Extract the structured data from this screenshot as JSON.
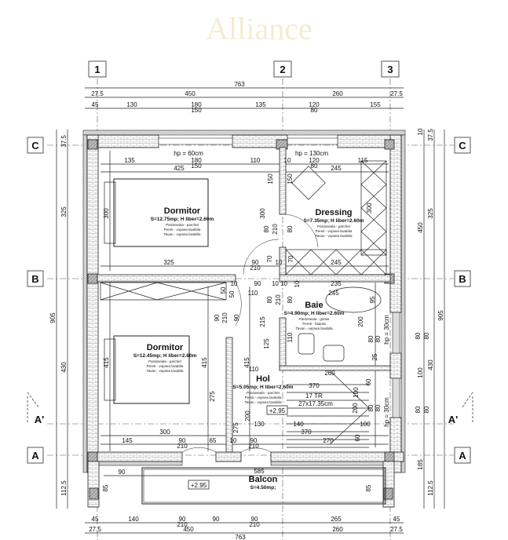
{
  "title": "Floor plan - upper level",
  "watermark": "Alliance",
  "axes": {
    "a1": "1",
    "a2": "2",
    "a3": "3",
    "C": "C",
    "B": "B",
    "A": "A",
    "Aprime": "A'"
  },
  "rooms": [
    {
      "name": "Dormitor",
      "area": "S=12.75mp; H liber=2.60m",
      "finishes": [
        "Pardoseala - parchet",
        "Pereti - vopsea lavabila",
        "Tavan - vopsea lavabila"
      ]
    },
    {
      "name": "Dressing",
      "area": "S=7.35mp; H liber=2.60m",
      "finishes": [
        "Pardoseala - parchet",
        "Pereti - vopsea lavabila",
        "Tavan - vopsea lavabila"
      ]
    },
    {
      "name": "Baie",
      "area": "S=4.90mp; H liber=2.60m",
      "finishes": [
        "Pardoseala - gresie",
        "Pereti - faianta",
        "Tavan - vopsea lavabila"
      ]
    },
    {
      "name": "Dormitor",
      "area": "S=12.45mp; H liber=2.60m",
      "finishes": [
        "Pardoseala - parchet",
        "Pereti - vopsea lavabila",
        "Tavan - vopsea lavabila"
      ]
    },
    {
      "name": "Hol",
      "area": "S=5.05mp; H liber=2.60m",
      "finishes": [
        "Pardoseala - parchet",
        "Pereti - vopsea lavabila",
        "Tavan - vopsea lavabila"
      ]
    },
    {
      "name": "Balcon",
      "area": "S=4.50mp;",
      "finishes": []
    }
  ],
  "levels": {
    "hol": "+2.95",
    "balcon": "+2.95"
  },
  "stairs": {
    "steps": "17 TR",
    "size": "27x17.35cm"
  },
  "dims": {
    "t763": "763",
    "t27a": "27.5",
    "t450": "450",
    "t260": "260",
    "t27b": "27.5",
    "t45": "45",
    "t130": "130",
    "t180": "180",
    "t150": "150",
    "t135": "135",
    "t120": "120",
    "t80": "80",
    "t155": "155",
    "l905": "905",
    "l375": "37.5",
    "l325": "325",
    "l430": "430",
    "l1125": "112.5",
    "r10": "10",
    "r450": "450",
    "r80a": "80",
    "r80b": "80",
    "r100": "100",
    "r80c": "80",
    "r80d": "80",
    "r185": "185",
    "r375": "37.5",
    "r325": "325",
    "r430": "430",
    "r1125": "112.5",
    "r905": "905",
    "hp60": "hp = 60cm",
    "hp130": "hp = 130cm",
    "hp30a": "hp = 30cm",
    "hp30b": "hp = 30cm",
    "i135": "135",
    "i180": "180",
    "i150": "150",
    "i110": "110",
    "i10": "10",
    "i120": "120",
    "i80": "80",
    "i115": "115",
    "i425": "425",
    "i245": "245",
    "i300a": "300",
    "i150b": "150",
    "i150c": "150",
    "i300b": "300",
    "i80b": "80",
    "i210a": "210",
    "i80c": "80",
    "i300c": "300",
    "i325": "325",
    "i90a": "90",
    "i210b": "210",
    "i70a": "70",
    "i10b": "10",
    "i70b": "70",
    "i245b": "245",
    "m10": "10",
    "m90": "90",
    "m1010": "10 10",
    "m10b": "10",
    "m235": "235",
    "m50a": "50",
    "m50b": "50",
    "m110": "110",
    "m245": "245",
    "m80a": "80",
    "m210": "210",
    "m80b": "80",
    "m95": "95",
    "m90b": "90",
    "m210b": "210",
    "m90c": "90",
    "m215": "215",
    "m200": "200",
    "m110b": "110",
    "m125": "125",
    "m80c": "80",
    "m80d": "80",
    "m25": "25",
    "m415a": "415",
    "m415b": "415",
    "m415c": "415",
    "m260": "260",
    "m110c": "110",
    "m370": "370",
    "m60": "60",
    "m100": "100",
    "m275a": "275",
    "m275b": "275",
    "m200b": "200",
    "m200c": "200",
    "m80e": "80",
    "m80f": "80",
    "m130": "130",
    "m140": "140",
    "m100b": "100",
    "m300": "300",
    "m370b": "370",
    "m145": "145",
    "m90d": "90",
    "m210c": "210",
    "m65": "65",
    "m10c": "10",
    "m90e": "90",
    "m210d": "210",
    "m270": "270",
    "m60b": "60",
    "b90": "90",
    "b585": "585",
    "b85a": "85",
    "b85b": "85",
    "f45a": "45",
    "f140": "140",
    "f90a": "90",
    "f210a": "210",
    "f90b": "90",
    "f90c": "90",
    "f210b": "210",
    "f265": "265",
    "f45b": "45",
    "f27a": "27.5",
    "f450": "450",
    "f260": "260",
    "f27b": "27.5",
    "f763": "763"
  }
}
